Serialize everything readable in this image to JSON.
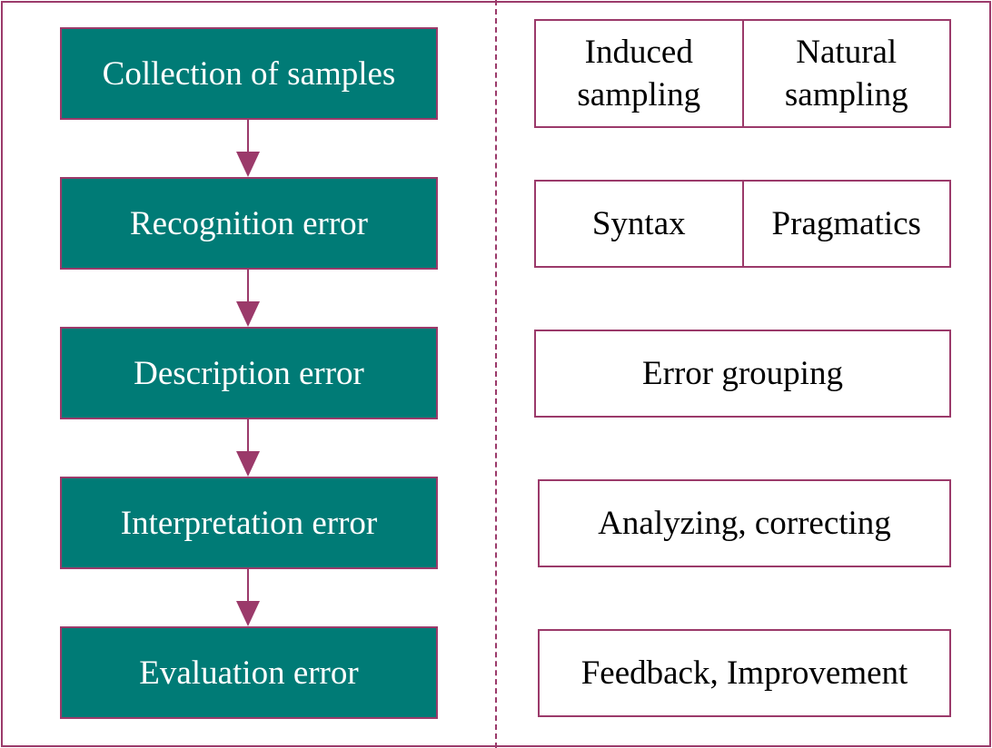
{
  "colors": {
    "border": "#9b3a6a",
    "step_fill": "#007b76",
    "step_text": "#ffffff",
    "right_text": "#000000"
  },
  "steps": [
    "Collection of samples",
    "Recognition error",
    "Description error",
    "Interpretation error",
    "Evaluation error"
  ],
  "details": [
    [
      "Induced sampling",
      "Natural sampling"
    ],
    [
      "Syntax",
      "Pragmatics"
    ],
    [
      "Error grouping"
    ],
    [
      "Analyzing, correcting"
    ],
    [
      "Feedback, Improvement"
    ]
  ]
}
